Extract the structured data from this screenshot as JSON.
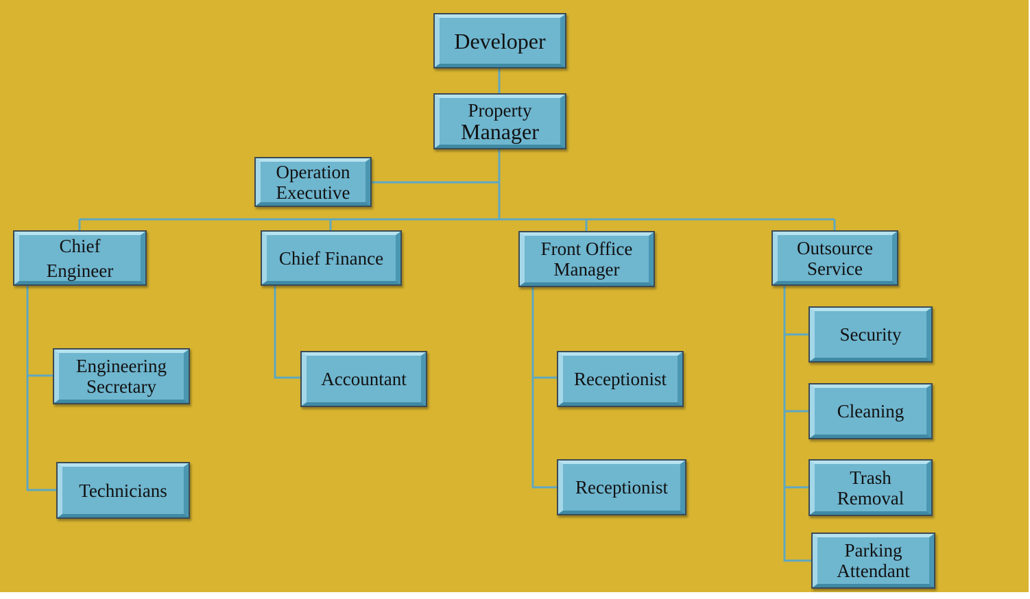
{
  "colors": {
    "background": "#d9b430",
    "box_fill": "#6fb6cf",
    "connector": "#5ea7c2"
  },
  "nodes": {
    "developer": "Developer",
    "property_manager_line1": "Property",
    "property_manager_line2": "Manager",
    "operation_executive": "Operation\nExecutive",
    "chief_engineer": "Chief\nEngineer",
    "chief_finance": "Chief Finance",
    "front_office_manager": "Front Office\nManager",
    "outsource_service": "Outsource\nService",
    "engineering_secretary": "Engineering\nSecretary",
    "technicians": "Technicians",
    "accountant": "Accountant",
    "receptionist_1": "Receptionist",
    "receptionist_2": "Receptionist",
    "security": "Security",
    "cleaning": "Cleaning",
    "trash_removal": "Trash\nRemoval",
    "parking_attendant": "Parking\nAttendant"
  }
}
